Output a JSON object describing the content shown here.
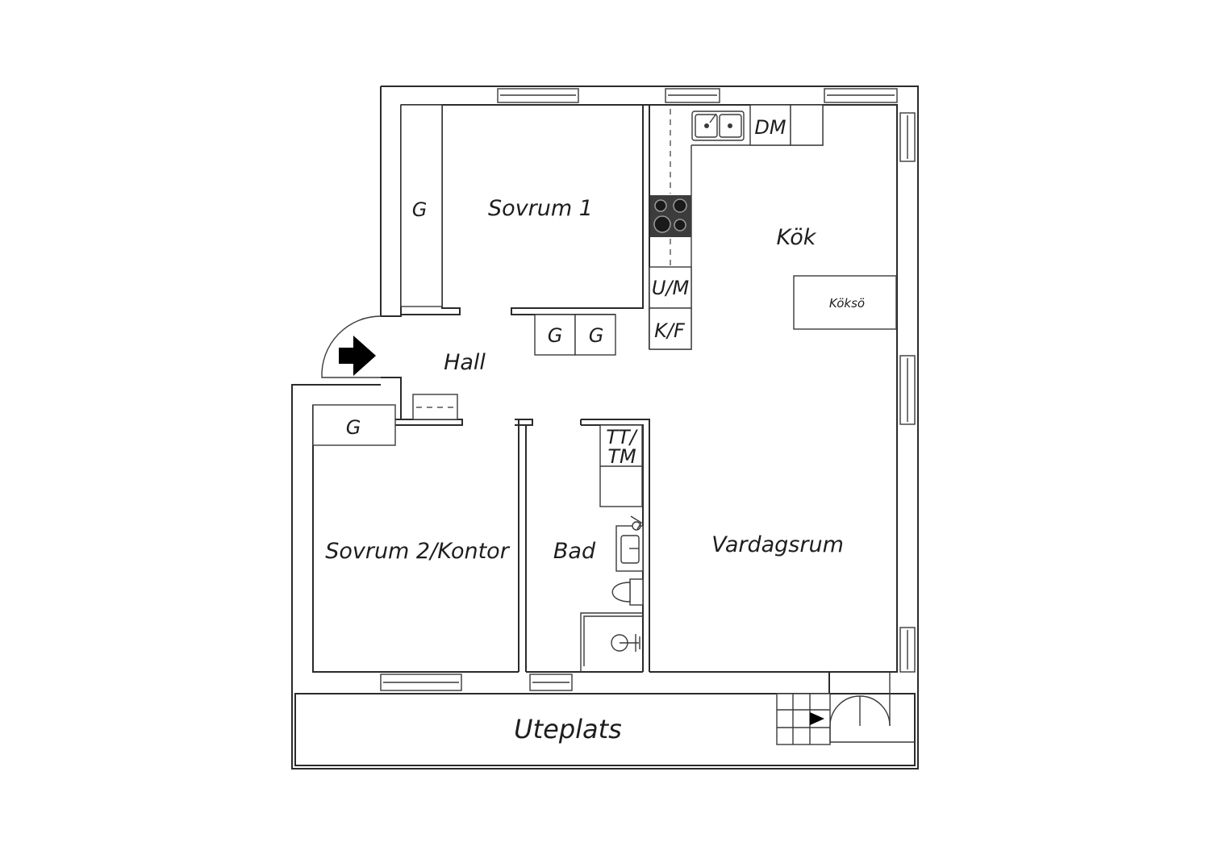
{
  "rooms": {
    "sovrum1": "Sovrum 1",
    "sovrum2": "Sovrum 2/Kontor",
    "hall": "Hall",
    "kok": "Kök",
    "bad": "Bad",
    "vardagsrum": "Vardagsrum",
    "uteplats": "Uteplats"
  },
  "fixtures": {
    "garderob": "G",
    "diskmaskin": "DM",
    "ugn_mikro": "U/M",
    "kyl_frys": "K/F",
    "koksö": "Köksö",
    "tvatt_tork_line1": "TT/",
    "tvatt_tork_line2": "TM"
  },
  "icons": {
    "entrance": "entrance-arrow-icon",
    "patio_entrance": "patio-entrance-arrow-icon",
    "stove": "stove-icon",
    "sink": "kitchen-sink-icon",
    "washbasin": "washbasin-icon",
    "toilet": "toilet-icon",
    "shower": "shower-icon"
  },
  "colors": {
    "line": "#2b2b2b",
    "text": "#1e1e1e",
    "stove": "#3c3c3c",
    "background": "#ffffff"
  }
}
